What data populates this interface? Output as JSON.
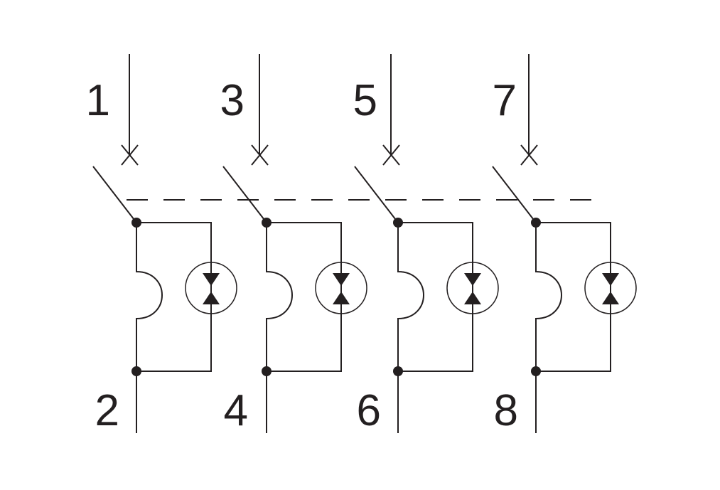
{
  "diagram": {
    "colors": {
      "stroke": "#231f20",
      "background": "#ffffff"
    },
    "poles": [
      {
        "top_terminal": "1",
        "bottom_terminal": "2"
      },
      {
        "top_terminal": "3",
        "bottom_terminal": "4"
      },
      {
        "top_terminal": "5",
        "bottom_terminal": "6"
      },
      {
        "top_terminal": "7",
        "bottom_terminal": "8"
      }
    ]
  }
}
